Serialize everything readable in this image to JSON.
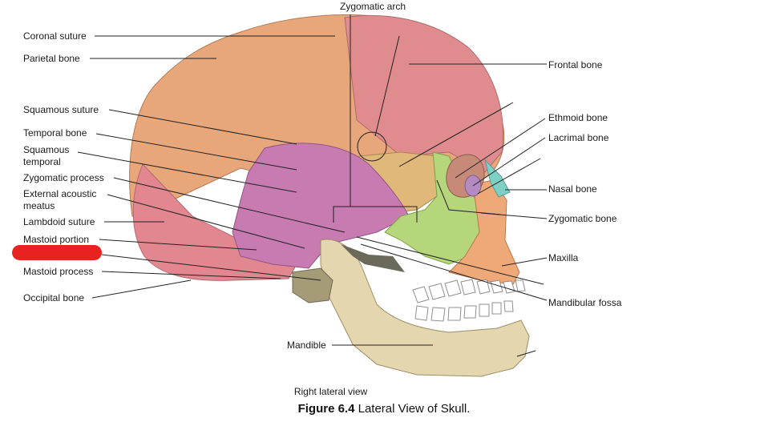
{
  "labels": {
    "zygomatic_arch": "Zygomatic arch",
    "coronal_suture": "Coronal suture",
    "parietal_bone": "Parietal bone",
    "squamous_suture": "Squamous suture",
    "temporal_bone": "Temporal bone",
    "squamous_temporal": "Squamous\ntemporal",
    "zygomatic_process": "Zygomatic process",
    "external_acoustic_meatus": "External acoustic\nmeatus",
    "lambdoid_suture": "Lambdoid suture",
    "mastoid_portion": "Mastoid portion",
    "mastoid_process": "Mastoid process",
    "occipital_bone": "Occipital bone",
    "frontal_bone": "Frontal bone",
    "ethmoid_bone": "Ethmoid bone",
    "lacrimal_bone": "Lacrimal bone",
    "nasal_bone": "Nasal bone",
    "zygomatic_bone": "Zygomatic bone",
    "maxilla": "Maxilla",
    "mandibular_fossa": "Mandibular fossa",
    "mandible": "Mandible"
  },
  "view_label": "Right lateral view",
  "caption": {
    "number": "Figure 6.4",
    "text": "Lateral View of Skull."
  },
  "colors": {
    "parietal": "#e8a77a",
    "frontal": "#e08c8e",
    "temporal": "#c77bb0",
    "occipital": "#e2868f",
    "sphenoid": "#e0b97a",
    "zygomatic": "#b5d67a",
    "maxilla": "#efa877",
    "nasal": "#7fd0c4",
    "mandible": "#e4d6ae",
    "teeth": "#ffffff",
    "redaction": "#e8231f"
  }
}
